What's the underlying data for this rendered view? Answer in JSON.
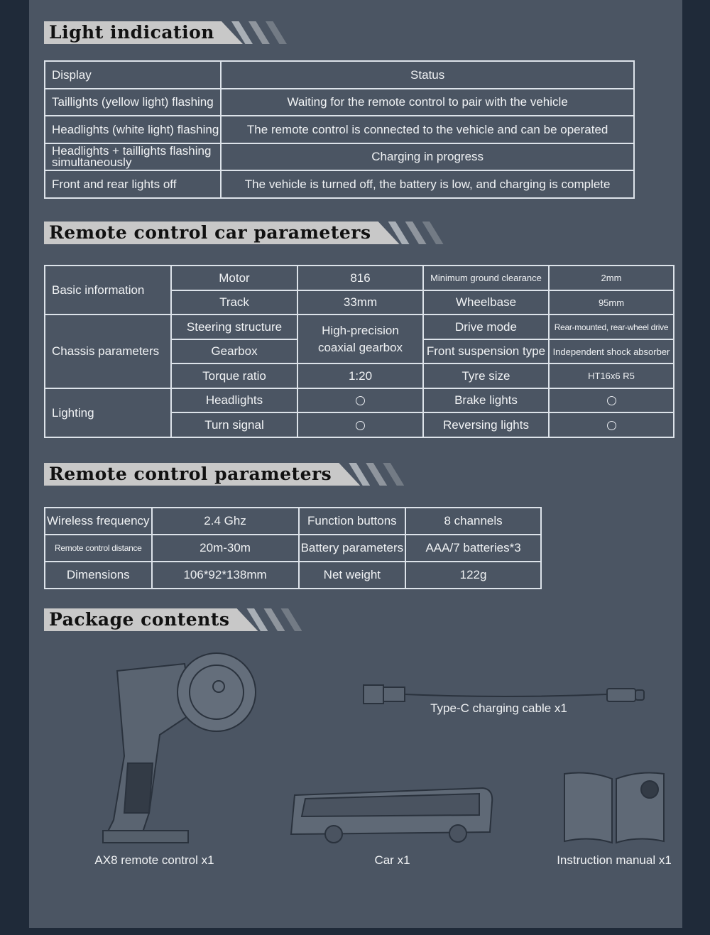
{
  "sections": {
    "light": "Light indication",
    "car": "Remote control car parameters",
    "remote": "Remote control parameters",
    "package": "Package contents"
  },
  "light_table": {
    "headers": [
      "Display",
      "Status"
    ],
    "rows": [
      [
        "Taillights (yellow light) flashing",
        "Waiting for the remote control to pair with the vehicle"
      ],
      [
        "Headlights (white light) flashing",
        "The remote control is connected to the vehicle and can be operated"
      ],
      [
        "Headlights + taillights flashing simultaneously",
        "Charging in progress"
      ],
      [
        "Front and rear lights off",
        "The vehicle is turned off, the battery is low, and charging is complete"
      ]
    ]
  },
  "car_table": {
    "groups": [
      "Basic information",
      "Chassis parameters",
      "Lighting"
    ],
    "motor": [
      "Motor",
      "816"
    ],
    "min_clearance": [
      "Minimum ground clearance",
      "2mm"
    ],
    "track": [
      "Track",
      "33mm"
    ],
    "wheelbase": [
      "Wheelbase",
      "95mm"
    ],
    "steering": "Steering structure",
    "gearbox": "Gearbox",
    "gearbox_value": "High-precision coaxial gearbox",
    "drive_mode": [
      "Drive mode",
      "Rear-mounted, rear-wheel drive"
    ],
    "front_susp": [
      "Front suspension type",
      "Independent shock absorber"
    ],
    "torque": [
      "Torque ratio",
      "1:20"
    ],
    "tyre": [
      "Tyre size",
      "HT16x6 R5"
    ],
    "headlights": "Headlights",
    "brake": "Brake lights",
    "turn": "Turn signal",
    "reversing": "Reversing lights"
  },
  "remote_table": {
    "rows": [
      [
        "Wireless frequency",
        "2.4 Ghz",
        "Function buttons",
        "8 channels"
      ],
      [
        "Remote control distance",
        "20m-30m",
        "Battery parameters",
        "AAA/7 batteries*3"
      ],
      [
        "Dimensions",
        "106*92*138mm",
        "Net weight",
        "122g"
      ]
    ]
  },
  "package": {
    "remote": "AX8 remote control x1",
    "cable": "Type-C charging cable x1",
    "car": "Car x1",
    "manual": "Instruction manual x1"
  }
}
